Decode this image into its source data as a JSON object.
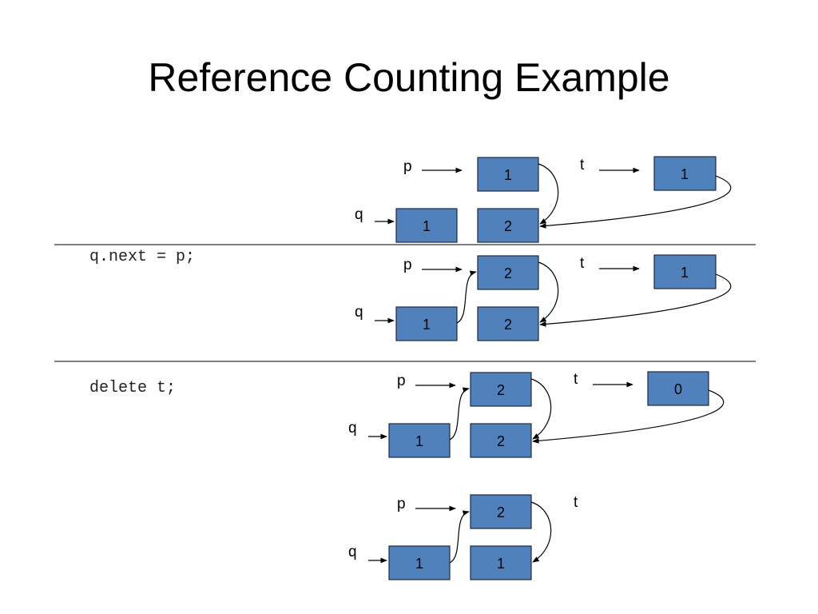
{
  "title": "Reference Counting Example",
  "statements": [
    "q.next = p;",
    "delete t;"
  ],
  "pointers": {
    "p": "p",
    "q": "q",
    "t": "t"
  },
  "diagrams": [
    {
      "p_node": "1",
      "t_node": "1",
      "q_node": "1",
      "next_node": "2"
    },
    {
      "p_node": "2",
      "t_node": "1",
      "q_node": "1",
      "next_node": "2"
    },
    {
      "p_node": "2",
      "t_node": "0",
      "q_node": "1",
      "next_node": "2"
    },
    {
      "p_node": "2",
      "q_node": "1",
      "next_node": "1"
    }
  ]
}
